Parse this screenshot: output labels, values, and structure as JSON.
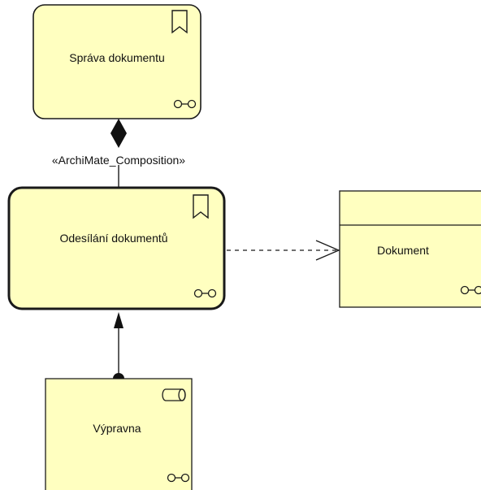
{
  "diagram": {
    "colors": {
      "element_fill": "#ffffc0",
      "stroke": "#1a1a1a",
      "background": "#ffffff"
    },
    "elements": [
      {
        "id": "sprava",
        "label": "Správa dokumentu",
        "kind": "business-function",
        "icons": [
          "bookmark-icon",
          "interaction-icon"
        ]
      },
      {
        "id": "odesilani",
        "label": "Odesílání dokumentů",
        "kind": "business-function",
        "selected": true,
        "icons": [
          "bookmark-icon",
          "interaction-icon"
        ]
      },
      {
        "id": "dokument",
        "label": "Dokument",
        "kind": "business-object",
        "icons": [
          "interaction-icon"
        ]
      },
      {
        "id": "vypravna",
        "label": "Výpravna",
        "kind": "business-role",
        "icons": [
          "role-icon",
          "interaction-icon"
        ]
      }
    ],
    "relations": [
      {
        "id": "composition",
        "type": "composition",
        "label": "«ArchiMate_Composition»",
        "from": "sprava",
        "to": "odesilani"
      },
      {
        "id": "access",
        "type": "access",
        "label": "",
        "from": "odesilani",
        "to": "dokument"
      },
      {
        "id": "assignment",
        "type": "assignment",
        "label": "",
        "from": "vypravna",
        "to": "odesilani"
      }
    ]
  }
}
